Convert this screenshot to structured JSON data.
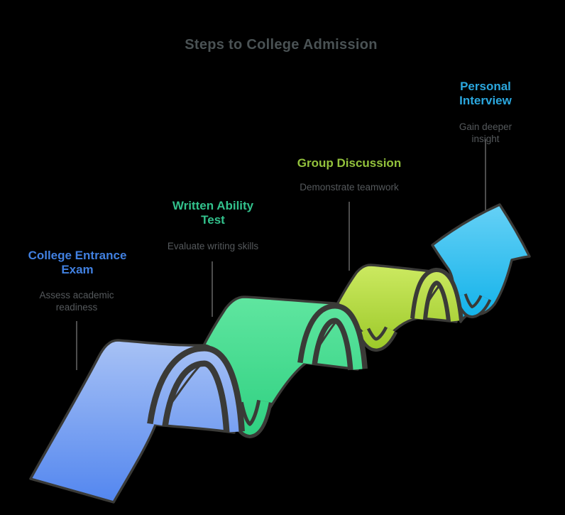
{
  "title": "Steps to College Admission",
  "colors": {
    "background": "#000000",
    "title_text": "#4a5254",
    "description_text": "#55595c",
    "outline": "#3a3a37",
    "connector_line": "#565656",
    "ribbon_blue_top": "#a8c2f5",
    "ribbon_blue_bottom": "#5185ef",
    "ribbon_green_top": "#60e6a0",
    "ribbon_green_bottom": "#2fd081",
    "ribbon_lime_top": "#cdea62",
    "ribbon_lime_bottom": "#9cc929",
    "ribbon_cyan_top": "#67d1f6",
    "ribbon_cyan_bottom": "#0fb1e9"
  },
  "steps": [
    {
      "label": "College Entrance\nExam",
      "description": "Assess academic\nreadiness",
      "color": "#4180e0"
    },
    {
      "label": "Written Ability\nTest",
      "description": "Evaluate writing skills",
      "color": "#32c18c"
    },
    {
      "label": "Group Discussion",
      "description": "Demonstrate teamwork",
      "color": "#93c23c"
    },
    {
      "label": "Personal\nInterview",
      "description": "Gain deeper insight",
      "color": "#2ba7de"
    }
  ]
}
